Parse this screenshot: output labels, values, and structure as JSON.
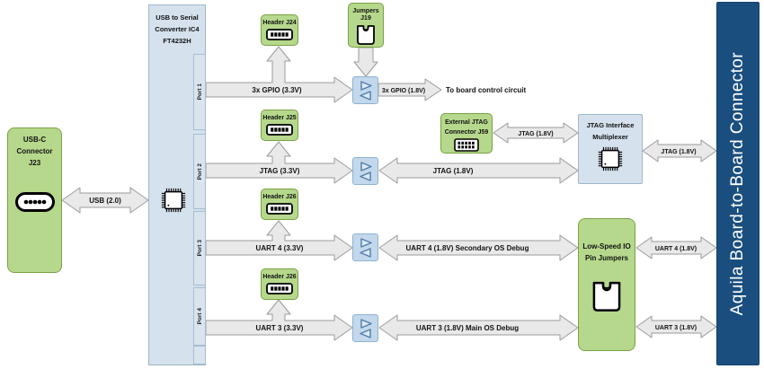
{
  "colors": {
    "green_fill": "#b6d88c",
    "green_border": "#7aa145",
    "blue_fill": "#d5e1ec",
    "blue_border": "#9db7cc",
    "shifter_fill": "#c3d8eb",
    "navy": "#1a4e7e",
    "arrow_fill": "#e9e9e9",
    "arrow_border": "#9a9a9a"
  },
  "usb_c": {
    "line1": "USB-C",
    "line2": "Connector",
    "line3": "J23"
  },
  "converter": {
    "line1": "USB to Serial",
    "line2": "Converter IC4",
    "line3": "FT4232H",
    "port1": "Port 1",
    "port2": "Port 2",
    "port3": "Port 3",
    "port4": "Port 4"
  },
  "headers": {
    "j24": "Header J24",
    "j25": "Header J25",
    "j26_uart4": "Header J26",
    "j26_uart3": "Header J26"
  },
  "jumpers": {
    "line1": "Jumpers",
    "line2": "J19"
  },
  "external_jtag": {
    "line1": "External JTAG",
    "line2": "Connector J59"
  },
  "mux": {
    "line1": "JTAG Interface",
    "line2": "Multiplexer"
  },
  "low_speed_io": {
    "line1": "Low-Speed IO",
    "line2": "Pin Jumpers"
  },
  "board_connector": {
    "label": "Aquila Board-to-Board Connector"
  },
  "arrows": {
    "usb": "USB (2.0)",
    "gpio_33": "3x GPIO (3.3V)",
    "gpio_18": "3x GPIO (1.8V)",
    "to_board": "To board control circuit",
    "jtag_33": "JTAG (3.3V)",
    "jtag_18": "JTAG (1.8V)",
    "jtag_18_external": "JTAG (1.8V)",
    "jtag_18_board": "JTAG (1.8V)",
    "uart4_33": "UART 4 (3.3V)",
    "uart4_18": "UART 4 (1.8V) Secondary OS Debug",
    "uart4_18_board": "UART 4 (1.8V)",
    "uart3_33": "UART 3 (3.3V)",
    "uart3_18": "UART 3 (1.8V) Main OS Debug",
    "uart3_18_board": "UART 3 (1.8V)"
  }
}
